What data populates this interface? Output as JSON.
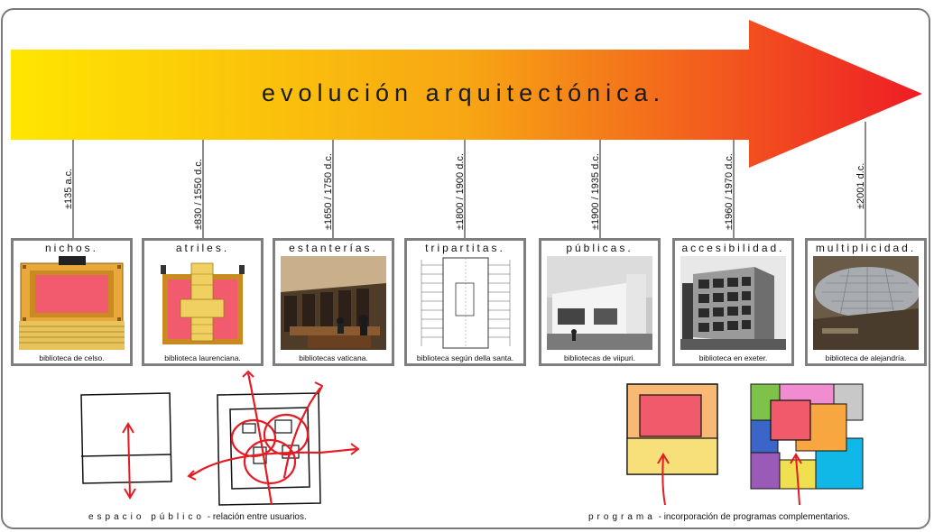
{
  "banner": {
    "title": "evolución arquitectónica.",
    "gradient": {
      "start": "#ffe600",
      "mid": "#f7a614",
      "end": "#ee1c25"
    }
  },
  "timeline": [
    {
      "date": "±135 a.c.",
      "title": "nichos.",
      "caption": "biblioteca de celso."
    },
    {
      "date": "±830 / 1550 d.c.",
      "title": "atriles.",
      "caption": "biblioteca laurenciana."
    },
    {
      "date": "±1650 / 1750 d.c.",
      "title": "estanterías.",
      "caption": "bibliotecas vaticana."
    },
    {
      "date": "±1800 / 1900 d.c.",
      "title": "tripartitas.",
      "caption": "biblioteca según della santa."
    },
    {
      "date": "±1900 / 1935 d.c.",
      "title": "públicas.",
      "caption": "bibliotecas de viipuri."
    },
    {
      "date": "±1960 / 1970 d.c.",
      "title": "accesibilidad.",
      "caption": "biblioteca en exeter."
    },
    {
      "date": "±2001 d.c.",
      "title": "multiplicidad.",
      "caption": "biblioteca de alejandría."
    }
  ],
  "bottom": {
    "left_label_spaced": "espacio público",
    "left_label_rest": "- relación entre usuarios.",
    "right_label_spaced": "programa",
    "right_label_rest": "- incorporación de programas complementarios."
  }
}
